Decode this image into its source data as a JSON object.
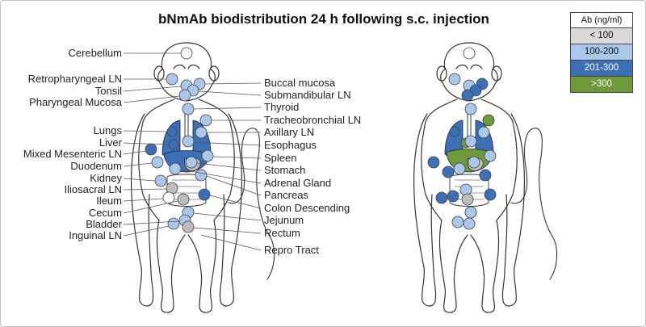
{
  "title": "bNmAb biodistribution 24 h following s.c. injection",
  "legend": {
    "header": "Ab (ng/ml)",
    "items": [
      {
        "label": "< 100",
        "color": "#d9d9d9"
      },
      {
        "label": "100-200",
        "color": "#a9c8ec"
      },
      {
        "label": "201-300",
        "color": "#3b6fb6"
      },
      {
        "label": ">300",
        "color": "#6e9a3a"
      }
    ]
  },
  "labels_left": [
    "Cerebellum",
    "Retropharyngeal LN",
    "Tonsil",
    "Pharyngeal Mucosa",
    "Lungs",
    "Liver",
    "Mixed Mesenteric LN",
    "Duodenum",
    "Kidney",
    "Iliosacral LN",
    "Ileum",
    "Cecum",
    "Bladder",
    "Inguinal LN"
  ],
  "labels_right": [
    "Buccal mucosa",
    "Submandibular LN",
    "Thyroid",
    "Tracheobronchial LN",
    "Axillary LN",
    "Esophagus",
    "Spleen",
    "Stomach",
    "Adrenal Gland",
    "Pancreas",
    "Colon Descending",
    "Jejunum",
    "Rectum",
    "Repro Tract"
  ],
  "colors": {
    "body_outline": "#333333",
    "organ_blue": "#3b6fb6",
    "organ_green": "#6e9a3a",
    "organ_gray": "#bdbdbd"
  }
}
